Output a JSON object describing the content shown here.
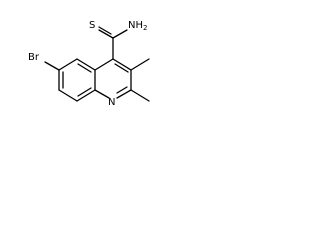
{
  "molecule": {
    "atoms": {
      "sulfur": "S",
      "amine": "NH",
      "amine_subscript": "2",
      "bromine": "Br",
      "ring_nitrogen": "N"
    }
  }
}
